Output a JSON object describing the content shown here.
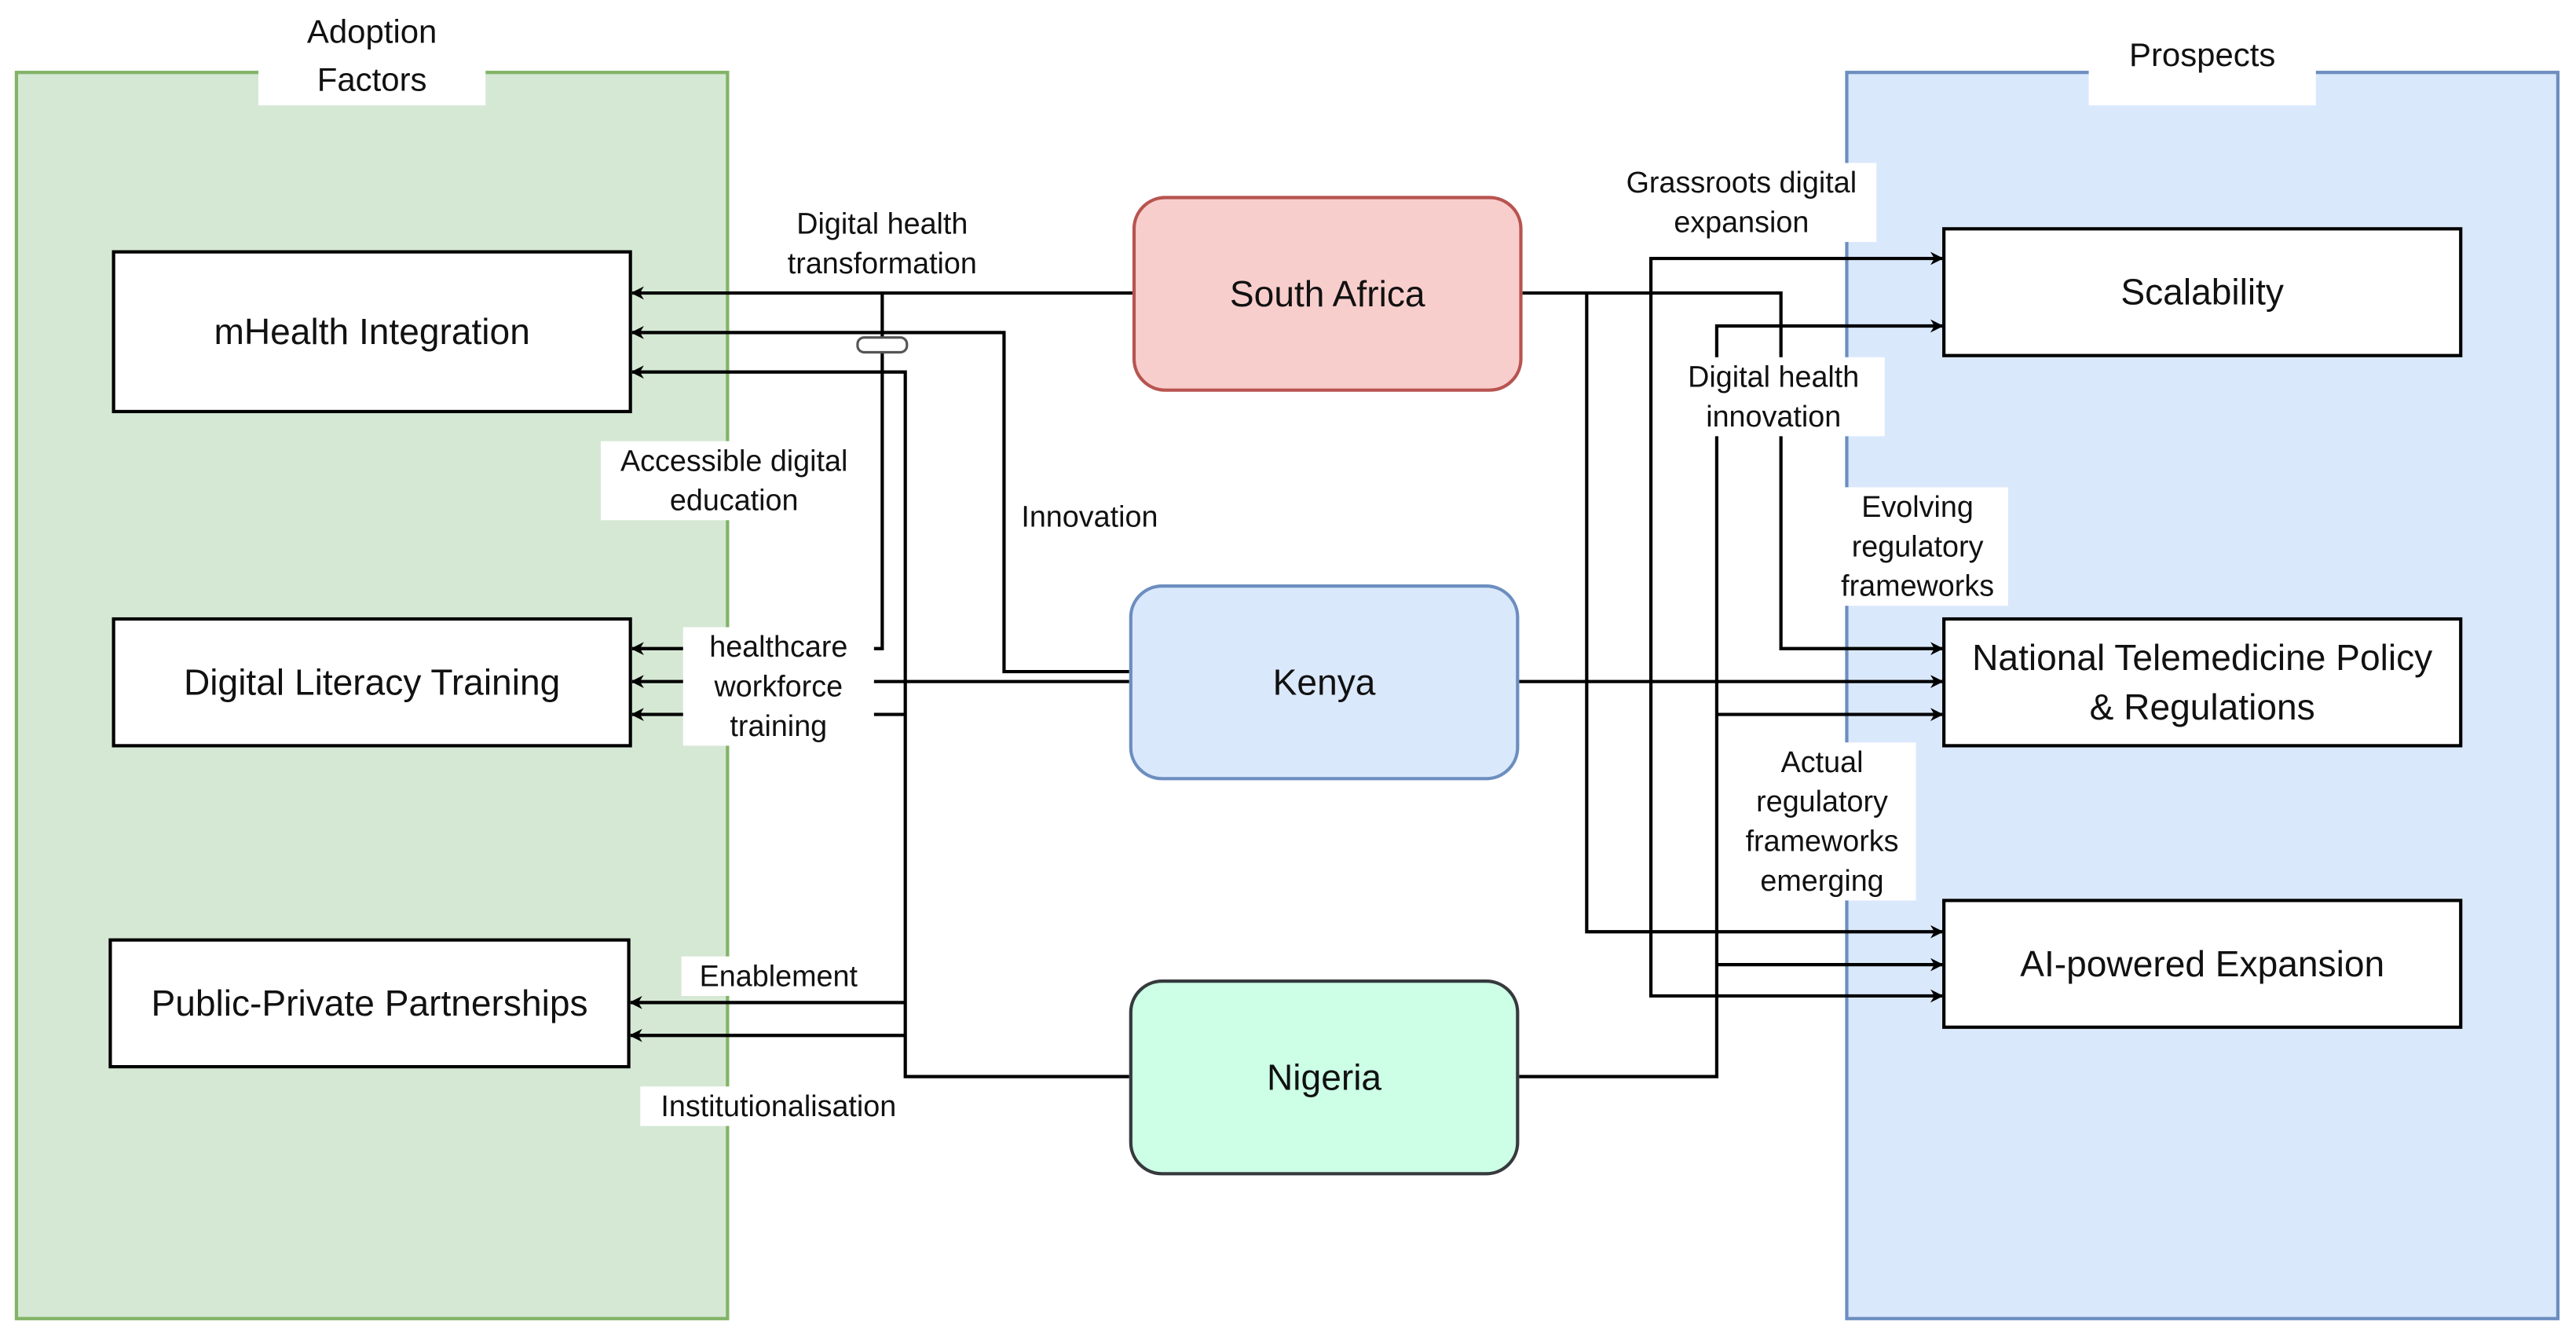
{
  "groups": {
    "adoption": {
      "title": "Adoption\nFactors",
      "fill": "#d5e8d4",
      "stroke": "#82b366"
    },
    "prospects": {
      "title": "Prospects",
      "fill": "#dae8fc",
      "stroke": "#6c8ebf"
    }
  },
  "adoption_factors": [
    {
      "id": "mhealth",
      "label": "mHealth Integration"
    },
    {
      "id": "literacy",
      "label": "Digital Literacy Training"
    },
    {
      "id": "ppp",
      "label": "Public-Private Partnerships"
    }
  ],
  "countries": [
    {
      "id": "south-africa",
      "label": "South Africa",
      "fill": "#f8cecc",
      "stroke": "#b85450"
    },
    {
      "id": "kenya",
      "label": "Kenya",
      "fill": "#dae8fc",
      "stroke": "#6c8ebf"
    },
    {
      "id": "nigeria",
      "label": "Nigeria",
      "fill": "#ccffe6",
      "stroke": "#36393d"
    }
  ],
  "prospects": [
    {
      "id": "scalability",
      "label": "Scalability"
    },
    {
      "id": "policy",
      "label": "National Telemedicine Policy\n& Regulations"
    },
    {
      "id": "ai",
      "label": "AI-powered Expansion"
    }
  ],
  "edge_labels": {
    "digital_health_transformation": "Digital health\ntransformation",
    "accessible_digital_education": "Accessible digital\neducation",
    "innovation": "Innovation",
    "healthcare_workforce_training": "healthcare\nworkforce\ntraining",
    "enablement": "Enablement",
    "institutionalisation": "Institutionalisation",
    "grassroots_digital_expansion": "Grassroots digital\nexpansion",
    "digital_health_innovation": "Digital health\ninnovation",
    "evolving_regulatory_frameworks": "Evolving\nregulatory\nframeworks",
    "actual_regulatory_frameworks_emerging": "Actual\nregulatory\nframeworks\nemerging"
  },
  "edges": [
    {
      "from": "south-africa",
      "to": "mhealth",
      "label": "digital_health_transformation"
    },
    {
      "from": "kenya",
      "to": "mhealth",
      "label": "innovation"
    },
    {
      "from": "nigeria",
      "to": "mhealth",
      "label": "accessible_digital_education"
    },
    {
      "from": "kenya",
      "to": "literacy",
      "label": "healthcare_workforce_training"
    },
    {
      "from": "south-africa",
      "to": "literacy",
      "label": "healthcare_workforce_training"
    },
    {
      "from": "nigeria",
      "to": "literacy",
      "label": "healthcare_workforce_training"
    },
    {
      "from": "nigeria",
      "to": "ppp",
      "label": "enablement"
    },
    {
      "from": "nigeria",
      "to": "ppp",
      "label": "institutionalisation"
    },
    {
      "from": "kenya",
      "to": "scalability",
      "label": "grassroots_digital_expansion"
    },
    {
      "from": "nigeria",
      "to": "scalability",
      "label": "digital_health_innovation"
    },
    {
      "from": "south-africa",
      "to": "policy",
      "label": "evolving_regulatory_frameworks"
    },
    {
      "from": "kenya",
      "to": "policy",
      "label": ""
    },
    {
      "from": "nigeria",
      "to": "policy",
      "label": "actual_regulatory_frameworks_emerging"
    },
    {
      "from": "south-africa",
      "to": "ai",
      "label": ""
    },
    {
      "from": "nigeria",
      "to": "ai",
      "label": ""
    },
    {
      "from": "kenya",
      "to": "ai",
      "label": ""
    }
  ]
}
